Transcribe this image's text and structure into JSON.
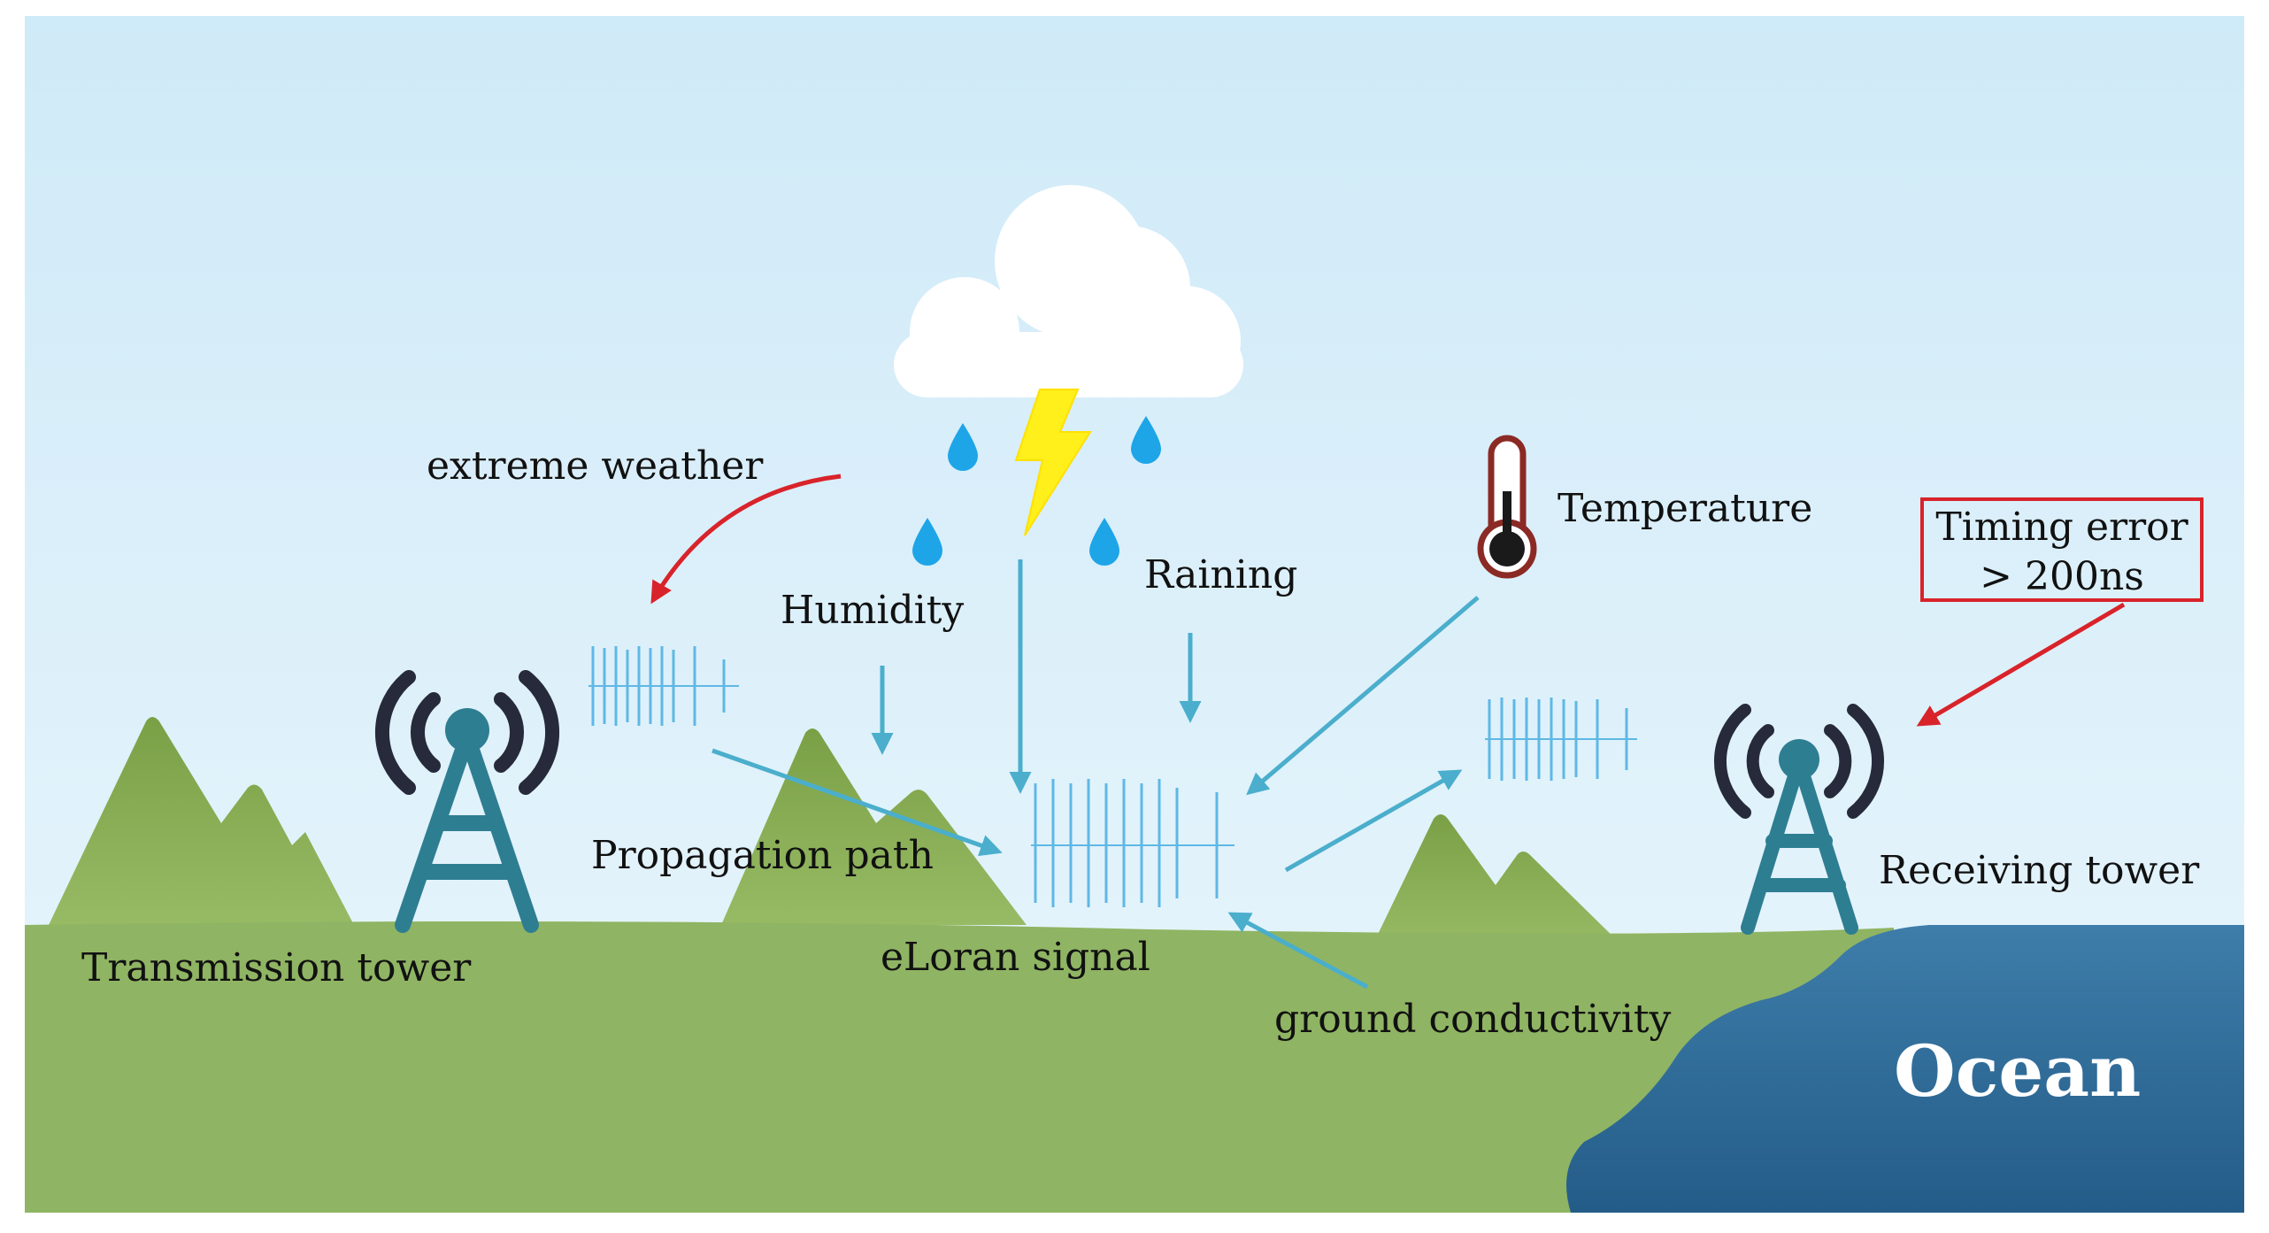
{
  "labels": {
    "extreme_weather": "extreme weather",
    "humidity": "Humidity",
    "raining": "Raining",
    "temperature": "Temperature",
    "timing_error_line1": "Timing error",
    "timing_error_line2": "> 200ns",
    "propagation_path": "Propagation path",
    "transmission_tower": "Transmission tower",
    "eloran_signal": "eLoran signal",
    "ground_conductivity": "ground conductivity",
    "receiving_tower": "Receiving tower",
    "ocean": "Ocean"
  },
  "colors": {
    "sky": "#d6eefa",
    "ground": "#8fb463",
    "ocean": "#2f6b9a",
    "tower": "#2e7e92",
    "arrow": "#4aaecc",
    "alert": "#d9232a",
    "signal": "#5fb8e6",
    "lightning": "#ffef1a",
    "raindrop": "#1ea5e8"
  },
  "icons": [
    "cloud-icon",
    "lightning-icon",
    "raindrop-icon",
    "thermometer-icon",
    "radio-waves-icon",
    "tower-icon"
  ]
}
